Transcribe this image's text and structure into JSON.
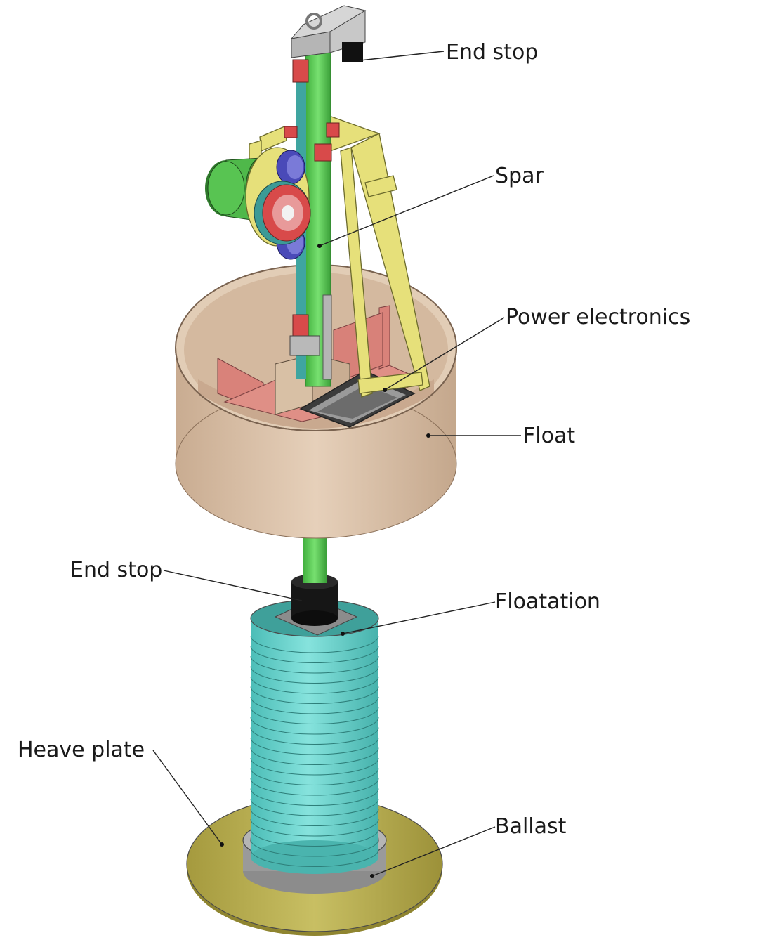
{
  "labels": {
    "end_stop_top": "End stop",
    "spar": "Spar",
    "power_electronics": "Power electronics",
    "float": "Float",
    "end_stop_bottom": "End stop",
    "floatation": "Floatation",
    "heave_plate": "Heave plate",
    "ballast": "Ballast"
  },
  "colors": {
    "spar": "#5fd35a",
    "float": "#d9bfa5",
    "frame": "#e6e07a",
    "bulkhead": "#d9827a",
    "floatation": "#6fd6d0",
    "heave_plate": "#b3a84a",
    "end_stop": "#111111",
    "motor": "#4fb84a",
    "roller": "#4a4ab8",
    "pulley": "#d84a4a"
  }
}
